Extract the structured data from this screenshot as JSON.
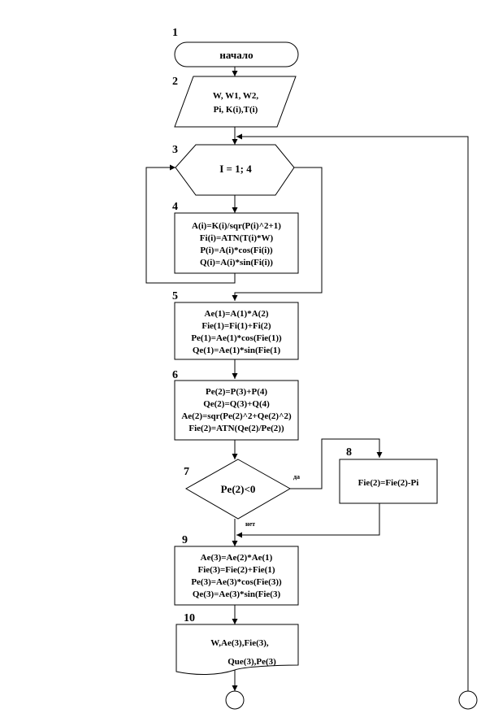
{
  "blocks": {
    "b1": {
      "number": "1",
      "text": "начало"
    },
    "b2": {
      "number": "2",
      "lines": [
        "W, W1, W2,",
        "Pi, K(i),T(i)"
      ]
    },
    "b3": {
      "number": "3",
      "text": "I = 1; 4"
    },
    "b4": {
      "number": "4",
      "lines": [
        "A(i)=K(i)/sqr(P(i)^2+1)",
        "Fi(i)=ATN(T(i)*W)",
        "P(i)=A(i)*cos(Fi(i))",
        "Q(i)=A(i)*sin(Fi(i))"
      ]
    },
    "b5": {
      "number": "5",
      "lines": [
        "Ae(1)=A(1)*A(2)",
        "Fie(1)=Fi(1)+Fi(2)",
        "Pe(1)=Ae(1)*cos(Fie(1))",
        "Qe(1)=Ae(1)*sin(Fie(1)"
      ]
    },
    "b6": {
      "number": "6",
      "lines": [
        "Pe(2)=P(3)+P(4)",
        "Qe(2)=Q(3)+Q(4)",
        "Ae(2)=sqr(Pe(2)^2+Qe(2)^2)",
        "Fie(2)=ATN(Qe(2)/Pe(2))"
      ]
    },
    "b7": {
      "number": "7",
      "text": "Pe(2)<0",
      "yes": "да",
      "no": "нет"
    },
    "b8": {
      "number": "8",
      "text": "Fie(2)=Fie(2)-Pi"
    },
    "b9": {
      "number": "9",
      "lines": [
        "Ae(3)=Ae(2)*Ae(1)",
        "Fie(3)=Fie(2)+Fie(1)",
        "Pe(3)=Ae(3)*cos(Fie(3))",
        "Qe(3)=Ae(3)*sin(Fie(3)"
      ]
    },
    "b10": {
      "number": "10",
      "lines": [
        "W,Ae(3),Fie(3),",
        "Que(3),Pe(3)"
      ]
    }
  }
}
